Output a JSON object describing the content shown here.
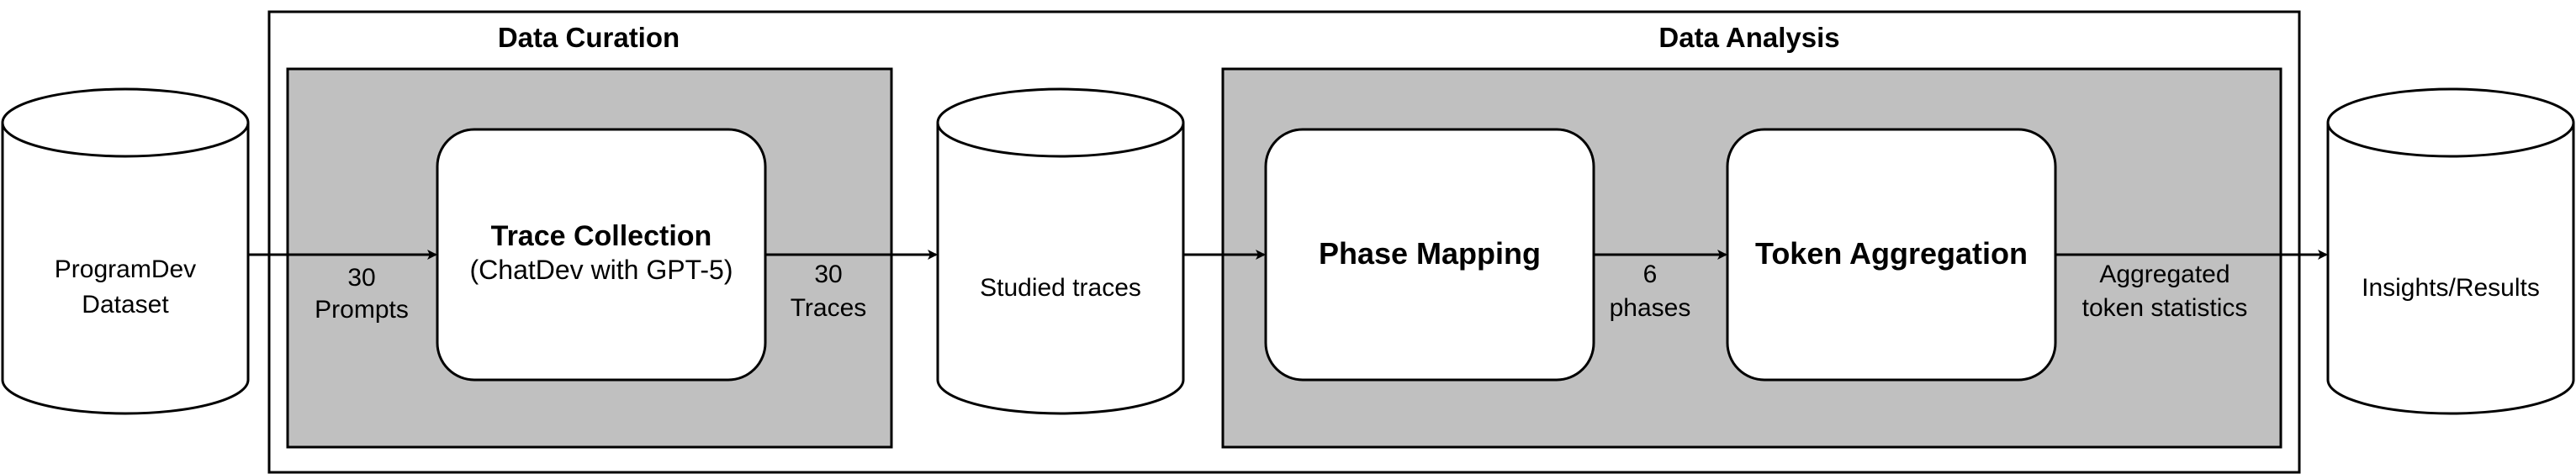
{
  "diagram": {
    "sections": {
      "curation_title": "Data Curation",
      "analysis_title": "Data Analysis"
    },
    "nodes": {
      "dataset": {
        "line1": "ProgramDev",
        "line2": "Dataset"
      },
      "trace_collection": {
        "title": "Trace Collection",
        "subtitle": "(ChatDev with GPT-5)"
      },
      "studied_traces": {
        "label": "Studied traces"
      },
      "phase_mapping": {
        "title": "Phase Mapping"
      },
      "token_aggregation": {
        "title": "Token Aggregation"
      },
      "insights": {
        "label": "Insights/Results"
      }
    },
    "edges": {
      "prompts": {
        "line1": "30",
        "line2": "Prompts"
      },
      "traces": {
        "line1": "30",
        "line2": "Traces"
      },
      "phases": {
        "line1": "6",
        "line2": "phases"
      },
      "stats": {
        "line1": "Aggregated",
        "line2": "token statistics"
      }
    },
    "colors": {
      "panel_fill": "#c0c0c0",
      "stroke": "#000000",
      "node_fill": "#ffffff"
    }
  }
}
